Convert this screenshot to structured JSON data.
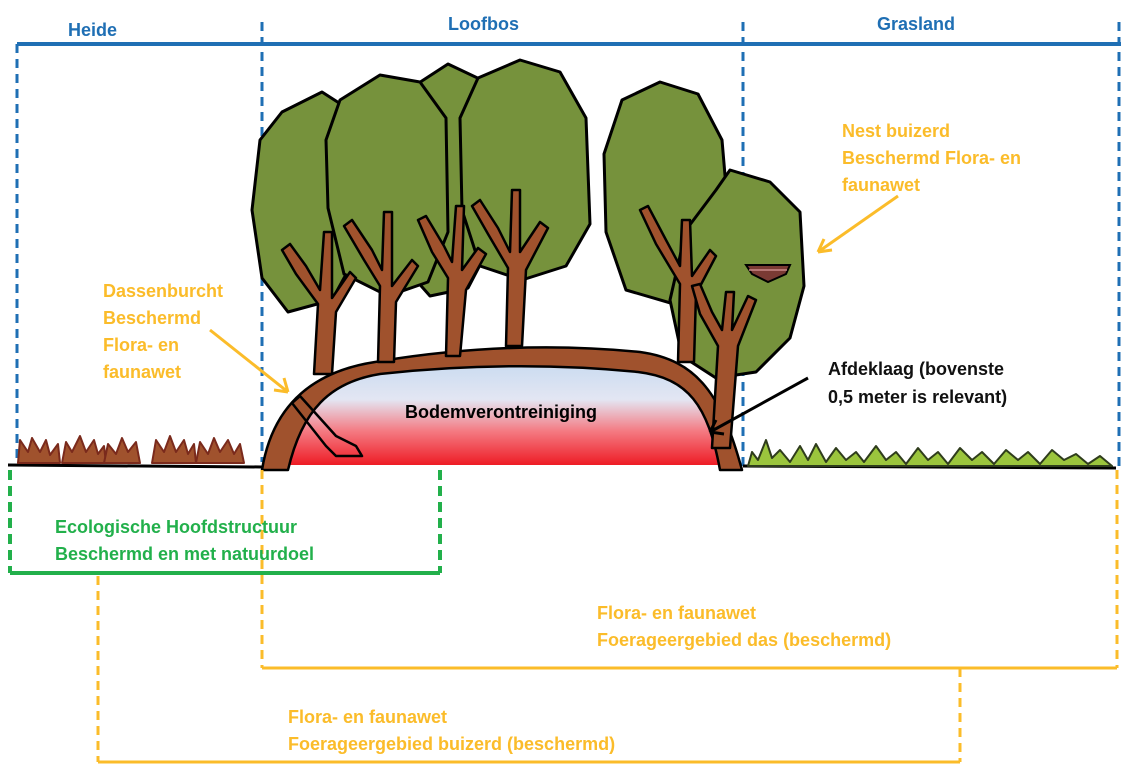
{
  "zones": {
    "heide": "Heide",
    "loofbos": "Loofbos",
    "grasland": "Grasland"
  },
  "nest": {
    "lines": [
      "Nest buizerd",
      "Beschermd Flora- en",
      "faunawet"
    ]
  },
  "dassenburcht": {
    "lines": [
      "Dassenburcht",
      "Beschermd",
      "Flora- en",
      "faunawet"
    ]
  },
  "pollution": "Bodemverontreiniging",
  "cover_layer": {
    "lines": [
      "Afdeklaag (bovenste",
      "0,5 meter is relevant)"
    ]
  },
  "ehs": {
    "lines": [
      "Ecologische Hoofdstructuur",
      "Beschermd en met natuurdoel"
    ]
  },
  "das_area": {
    "lines": [
      "Flora- en faunawet",
      "Foerageergebied das (beschermd)"
    ]
  },
  "buizerd_area": {
    "lines": [
      "Flora- en faunawet",
      "Foerageergebied buizerd (beschermd)"
    ]
  },
  "colors": {
    "zone_line": "#1f6fb4",
    "protection_orange": "#fbbc2a",
    "ehs_green": "#22b04b",
    "tree_crown": "#76923c",
    "trunk_brown": "#a0522d",
    "pollution_red": "#ee1c25"
  }
}
